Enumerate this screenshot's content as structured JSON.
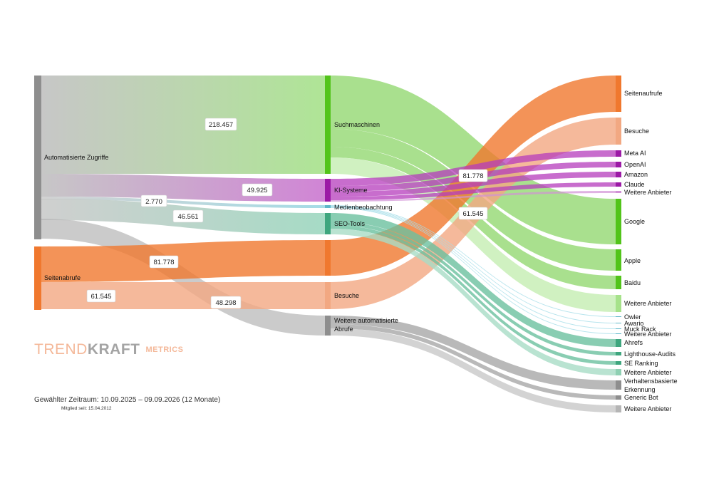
{
  "colors": {
    "grey": "#9a9a9a",
    "green": "#52c41a",
    "purple": "#9c1aa6",
    "teal": "#5cb896",
    "orange": "#f0782e",
    "salmon": "#f2a882",
    "lightgreen": "#a6e28a"
  },
  "nodes": {
    "automatisierte": "Automatisierte Zugriffe",
    "seitenabrufe": "Seitenabrufe",
    "suchmaschinen": "Suchmaschinen",
    "ki": "KI-Systeme",
    "medien": "Medienbeobachtung",
    "seo": "SEO-Tools",
    "besuche_mid": "Besuche",
    "weitere_auto_1": "Weitere automatisierte",
    "weitere_auto_2": "Abrufe",
    "seitenaufrufe": "Seitenaufrufe",
    "besuche": "Besuche",
    "meta": "Meta AI",
    "openai": "OpenAI",
    "amazon": "Amazon",
    "claude": "Claude",
    "ki_weitere": "Weitere Anbieter",
    "google": "Google",
    "apple": "Apple",
    "baidu": "Baidu",
    "such_weitere": "Weitere Anbieter",
    "owler": "Owler",
    "awario": "Awario",
    "muckrack": "Muck Rack",
    "medien_weitere": "Weitere Anbieter",
    "ahrefs": "Ahrefs",
    "lighthouse": "Lighthouse-Audits",
    "seranking": "SE Ranking",
    "seo_weitere": "Weitere Anbieter",
    "verhalten_1": "Verhaltensbasierte",
    "verhalten_2": "Erkennung",
    "genericbot": "Generic Bot",
    "abrufe_weitere": "Weitere Anbieter"
  },
  "values": {
    "suchmaschinen": "218.457",
    "ki": "49.925",
    "medien": "2.770",
    "seo": "46.561",
    "seitenaufrufe_left": "81.778",
    "besuche_left": "61.545",
    "weitere_abrufe": "48.298",
    "seitenaufrufe_right": "81.778",
    "besuche_right": "61.545"
  },
  "logo": {
    "part1": "TREND",
    "part2": "KRAFT",
    "part3": "METRICS"
  },
  "footer": {
    "period_label": "Gewählter Zeitraum: ",
    "period_value": "10.09.2025 – 09.09.2026 (12 Monate)",
    "member_since": "Mitglied seit: 15.04.2012"
  }
}
